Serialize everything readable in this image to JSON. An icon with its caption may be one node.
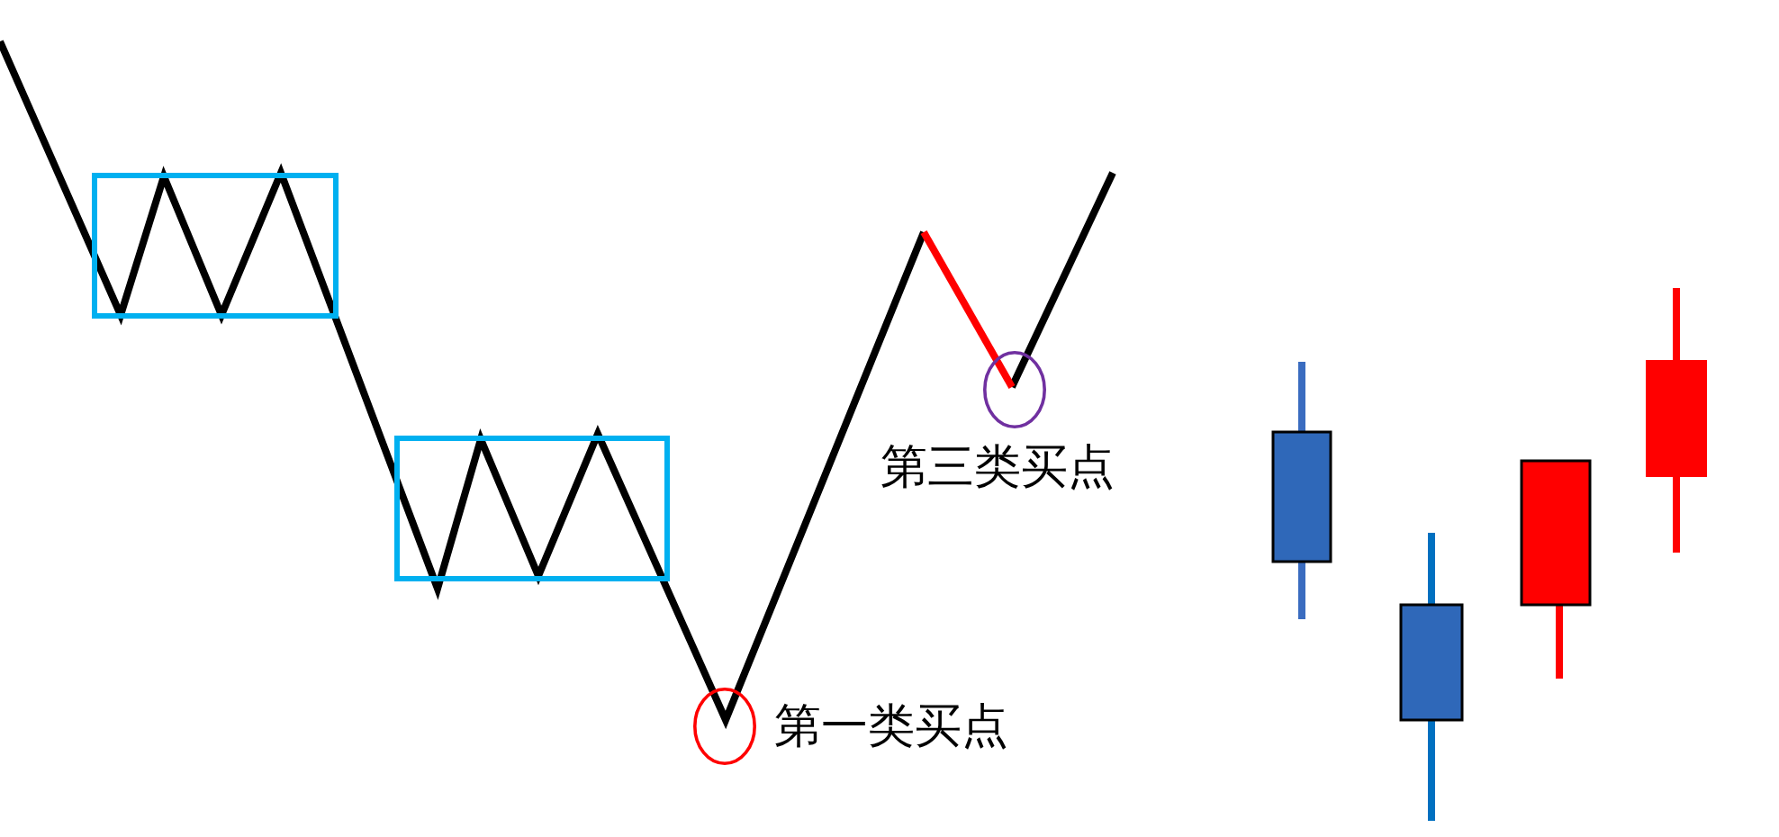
{
  "diagram": {
    "nodes": [
      {
        "text": [],
        "shape": "box"
      },
      {
        "text": [],
        "shape": "box"
      },
      {
        "text": [],
        "shape": "circle",
        "beside": [
          "第一类买点"
        ]
      },
      {
        "text": [],
        "shape": "circle",
        "beside": [
          "第三类买点"
        ]
      }
    ]
  }
}
